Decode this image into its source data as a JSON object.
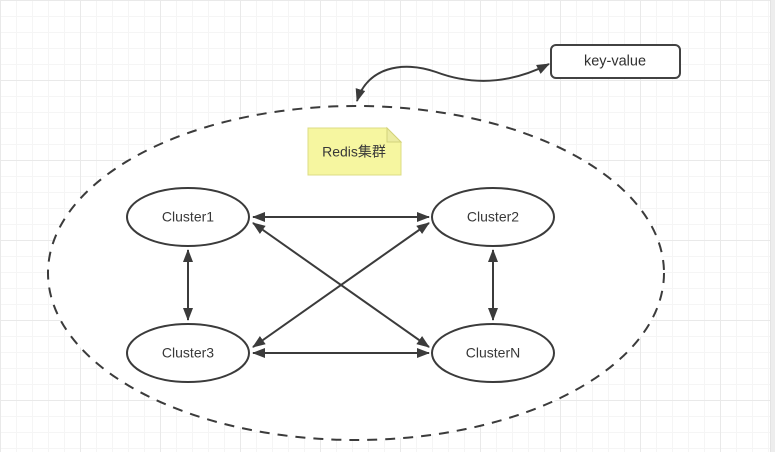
{
  "diagram": {
    "title_note": {
      "label": "Redis集群"
    },
    "external_box": {
      "label": "key-value"
    },
    "nodes": [
      {
        "id": "cluster1",
        "label": "Cluster1"
      },
      {
        "id": "cluster2",
        "label": "Cluster2"
      },
      {
        "id": "cluster3",
        "label": "Cluster3"
      },
      {
        "id": "clusterN",
        "label": "ClusterN"
      }
    ],
    "edges": [
      {
        "from": "cluster1",
        "to": "cluster2",
        "bidirectional": true,
        "style": "straight"
      },
      {
        "from": "cluster3",
        "to": "clusterN",
        "bidirectional": true,
        "style": "straight"
      },
      {
        "from": "cluster1",
        "to": "cluster3",
        "bidirectional": true,
        "style": "straight"
      },
      {
        "from": "cluster2",
        "to": "clusterN",
        "bidirectional": true,
        "style": "straight"
      },
      {
        "from": "cluster1",
        "to": "clusterN",
        "bidirectional": true,
        "style": "straight"
      },
      {
        "from": "cluster3",
        "to": "cluster2",
        "bidirectional": true,
        "style": "straight"
      },
      {
        "from": "redis-cluster-group",
        "to": "key-value-box",
        "bidirectional": true,
        "style": "curved"
      }
    ],
    "group": {
      "shape": "dashed-ellipse",
      "contains": [
        "cluster1",
        "cluster2",
        "cluster3",
        "clusterN"
      ]
    },
    "colors": {
      "stroke": "#3b3b3b",
      "node_fill": "#ffffff",
      "note_fill": "#f6f6a0",
      "note_fold": "#ececa0",
      "text": "#383838",
      "grid_minor": "#f5f5f5",
      "grid_major": "#e9e9e9"
    }
  }
}
